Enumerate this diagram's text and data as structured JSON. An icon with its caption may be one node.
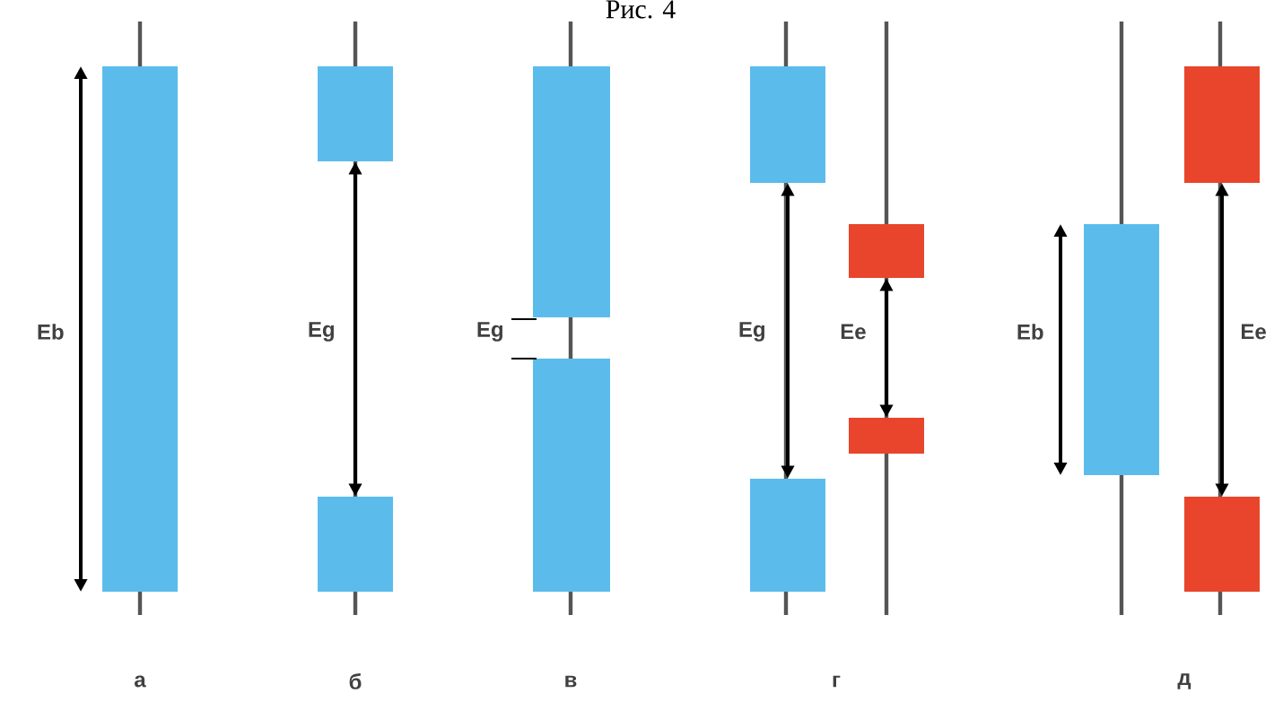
{
  "diagram": {
    "title": "Рис. 4",
    "nodes": [
      {
        "text": [],
        "shape": "bar"
      },
      {
        "text": [],
        "shape": "bar"
      },
      {
        "text": [],
        "shape": "bar"
      },
      {
        "text": [],
        "shape": "bar"
      },
      {
        "text": [],
        "shape": "bar"
      },
      {
        "text": [],
        "shape": "bar"
      },
      {
        "text": [],
        "shape": "bar"
      },
      {
        "text": [],
        "shape": "bar"
      },
      {
        "text": [],
        "shape": "bar"
      },
      {
        "text": [],
        "shape": "bar"
      },
      {
        "text": [],
        "shape": "bar"
      },
      {
        "text": [],
        "shape": "bar"
      }
    ],
    "edges": [
      {
        "from": 1,
        "to": 2,
        "arrow": "both",
        "label": "Eg"
      },
      {
        "from": 5,
        "to": 8,
        "arrow": "both",
        "label": "Eg"
      },
      {
        "from": 6,
        "to": 7,
        "arrow": "both",
        "label": "Ee"
      },
      {
        "from": 9,
        "to": 11,
        "arrow": "both",
        "label": "Ee"
      }
    ],
    "labels": [
      "Eb",
      "Eg",
      "Eb",
      "а",
      "б",
      "в",
      "г",
      "д"
    ]
  }
}
